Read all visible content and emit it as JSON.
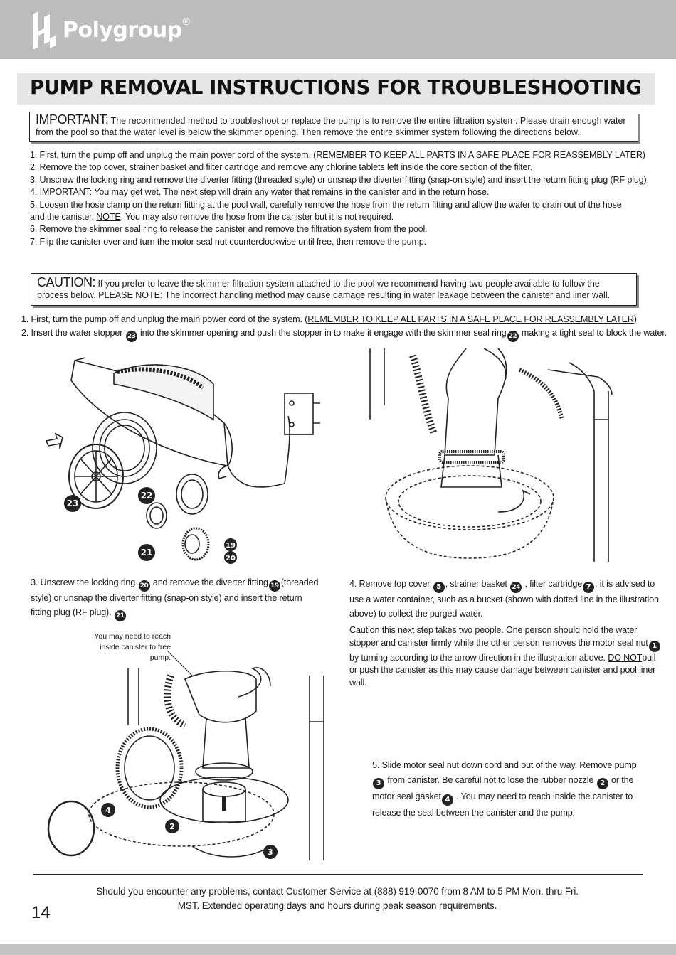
{
  "header": {
    "brand": "Polygroup",
    "reg_mark": "®",
    "title": "PUMP REMOVAL INSTRUCTIONS FOR TROUBLESHOOTING",
    "colors": {
      "header_bar": "#bdbdbd",
      "title_bar": "#e6e6e6",
      "badge": "#222222"
    }
  },
  "important": {
    "lead": "IMPORTANT:",
    "text": " The recommended method to troubleshoot or replace the pump is to remove the entire filtration system. Please drain enough water from the pool so that the water level is below the skimmer opening. Then remove the entire skimmer system following the directions below."
  },
  "steps1": {
    "s1_a": "1. First, turn the pump off and unplug the main power cord of the system. (",
    "s1_b": "REMEMBER TO KEEP ALL PARTS IN A SAFE PLACE FOR REASSEMBLY LATER",
    "s1_c": ")",
    "s2": "2. Remove the top cover, strainer basket and filter cartridge and remove any chlorine tablets left inside the core section of the filter.",
    "s3": "3. Unscrew the locking ring and remove the diverter fitting (threaded style) or unsnap the diverter fitting (snap-on style) and insert the return fitting plug (RF plug).",
    "s4_a": "4. ",
    "s4_b": "IMPORTANT",
    "s4_c": ": You may get wet. The next step will drain any water that remains in the canister and in the return hose.",
    "s5_a": "5. Loosen the hose clamp on the return fitting at the pool wall, carefully remove the hose from the return fitting and allow the water to drain out of the hose and the canister. ",
    "s5_b": "NOTE",
    "s5_c": ": You may also remove the hose from the canister but it is not required.",
    "s6": "6. Remove the skimmer seal ring to release the canister and remove the filtration system from the pool.",
    "s7": "7. Flip the canister over and turn the motor seal nut counterclockwise until free, then remove the pump."
  },
  "caution": {
    "lead": "CAUTION:",
    "text": " If you prefer to leave the skimmer filtration system attached to the pool we recommend having two people available to follow the process below. PLEASE NOTE: The incorrect handling method may cause damage resulting in water leakage between the canister and liner wall."
  },
  "steps2": {
    "s1_a": "1. First, turn the pump off and unplug the main power cord of the system. (",
    "s1_b": "REMEMBER TO KEEP ALL PARTS IN A SAFE PLACE FOR REASSEMBLY LATER",
    "s1_c": ")",
    "s2_a": "2. Insert the water stopper ",
    "s2_n1": "23",
    "s2_b": " into the skimmer opening and push the stopper in to make it engage with the skimmer seal ring",
    "s2_n2": "22",
    "s2_c": " making a tight seal to block the water."
  },
  "step3": {
    "a": "3. Unscrew the locking ring ",
    "n1": "20",
    "b": " and remove the diverter fitting",
    "n2": "19",
    "c": "(threaded style) or unsnap the diverter fitting (snap-on style) and insert the return fitting plug (RF plug). ",
    "n3": "21"
  },
  "step4": {
    "a": "4. Remove top cover ",
    "n1": "5",
    "b": ", strainer basket ",
    "n2": "24",
    "c": " , filter cartridge",
    "n3": "7",
    "d": ", it is advised to use a water container, such as a bucket (shown with dotted line in the illustration above) to collect the purged water."
  },
  "caution2": {
    "a": "Caution this next step takes two people.",
    "b": " One person should hold the water stopper and canister firmly while the other person removes the motor seal nut",
    "n1": "1",
    "c": "by turning according to the arrow direction in the illustration above. ",
    "d": "DO NOT",
    "e": "pull or push the canister as this may cause damage between canister and pool liner wall."
  },
  "step5": {
    "a": "5. Slide motor seal nut down cord and out of the way. Remove pump ",
    "n1": "3",
    "b": " from canister. Be careful not to lose the rubber nozzle ",
    "n2": "2",
    "c": " or the motor seal gasket",
    "n3": "4",
    "d": " . You may need to reach inside the canister to release the seal between the canister and the pump."
  },
  "note": "You may need to reach inside canister to free pump.",
  "callouts": {
    "fig1": [
      "23",
      "22",
      "21",
      "19",
      "20"
    ],
    "fig3": [
      "4",
      "2",
      "3"
    ]
  },
  "footer": {
    "line1": "Should you encounter any problems, contact Customer Service at (888) 919-0070 from 8 AM to 5 PM Mon. thru Fri.",
    "line2": "MST. Extended operating days and hours during peak season requirements.",
    "page_number": "14"
  }
}
